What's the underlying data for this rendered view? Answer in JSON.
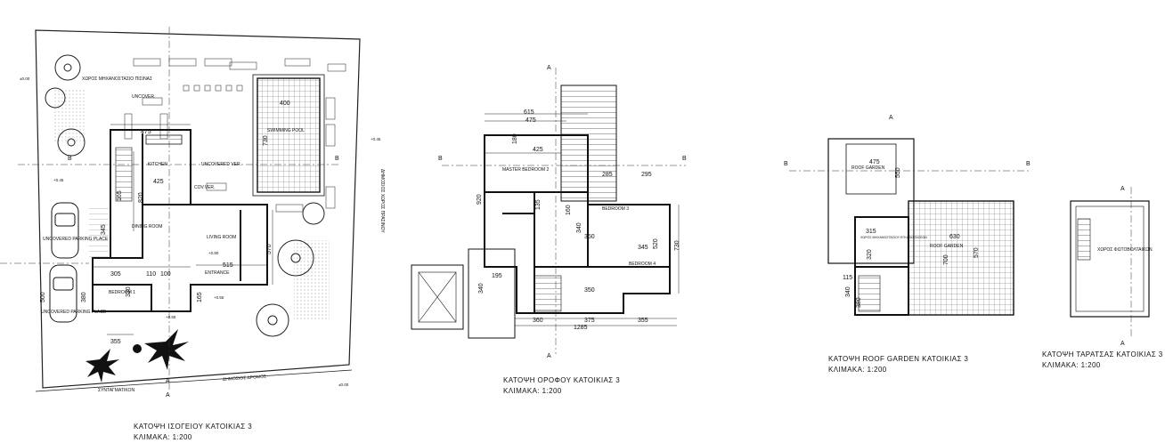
{
  "plans": [
    {
      "id": "ground-floor",
      "title": "ΚΑΤΟΨΗ ΙΣΟΓΕΙΟΥ ΚΑΤΟΙΚΙΑΣ 3",
      "scale": "ΚΛΙΜΑΚΑ: 1:200",
      "section_marks": [
        "A",
        "A",
        "B",
        "B"
      ],
      "rooms": [
        "UNCOVERED PARKING PLACE",
        "UNCOVERED PARKING PLACE",
        "BEDROOM 1",
        "DINING ROOM",
        "LIVING ROOM",
        "KITCHEN",
        "UNCOVERED VER.",
        "COV.VER.",
        "SWIMMING POOL",
        "ENTRANCE",
        "ΧΩΡΟΣ ΜΗΧΑΝΟΣΤΑΣΙΟ ΠΙΣΙΝΑΣ",
        "UNCOVER.",
        "ΔΗΜΟΣΙΟΣ ΔΡΟΜΟΣ",
        "ΔΗΜΟΣΙΟΣ ΧΩΡΟΣ ΠΡΑΣΙΝΟΥ",
        "ΣΥΝΤΑΓΜΑΤΙΚΟΝ"
      ],
      "dimensions": [
        "475",
        "425",
        "820",
        "305",
        "515",
        "570",
        "400",
        "730",
        "355",
        "500",
        "100",
        "165",
        "110",
        "330",
        "380",
        "345",
        "165"
      ],
      "levels": [
        "+0.45",
        "+0.55",
        "+0.55",
        "+0.80",
        "+0.45",
        "±0.00",
        "±0.00"
      ]
    },
    {
      "id": "first-floor",
      "title": "ΚΑΤΟΨΗ ΟΡΟΦΟΥ ΚΑΤΟΙΚΙΑΣ 3",
      "scale": "ΚΛΙΜΑΚΑ: 1:200",
      "section_marks": [
        "A",
        "A",
        "B",
        "B"
      ],
      "rooms": [
        "MASTER BEDROOM 2",
        "BEDROOM 3",
        "BEDROOM 4"
      ],
      "dimensions": [
        "615",
        "475",
        "425",
        "295",
        "285",
        "920",
        "340",
        "350",
        "345",
        "520",
        "730",
        "195",
        "340",
        "350",
        "360",
        "375",
        "355",
        "1285",
        "180",
        "135",
        "160"
      ]
    },
    {
      "id": "roof-garden",
      "title": "ΚΑΤΟΨΗ ROOF GARDEN ΚΑΤΟΙΚΙΑΣ 3",
      "scale": "ΚΛΙΜΑΚΑ: 1:200",
      "section_marks": [
        "A",
        "B",
        "B"
      ],
      "rooms": [
        "ROOF GARDEN",
        "ROOF GARDEN",
        "ΧΩΡΟΣ ΜΗΧΑΝΟΣΤΑΣΙΟΥ ΕΓΚΑΤΑΣΤΑΣΕΩΝ"
      ],
      "dimensions": [
        "475",
        "550",
        "315",
        "320",
        "630",
        "570",
        "700",
        "340",
        "115",
        "380"
      ]
    },
    {
      "id": "terrace",
      "title": "ΚΑΤΟΨΗ ΤΑΡΑΤΣΑΣ ΚΑΤΟΙΚΙΑΣ 3",
      "scale": "ΚΛΙΜΑΚΑ: 1:200",
      "section_marks": [
        "A",
        "A"
      ],
      "rooms": [
        "ΧΩΡΟΣ ΦΩΤΟΒΟΛΤΑΙΚΩΝ"
      ]
    }
  ]
}
